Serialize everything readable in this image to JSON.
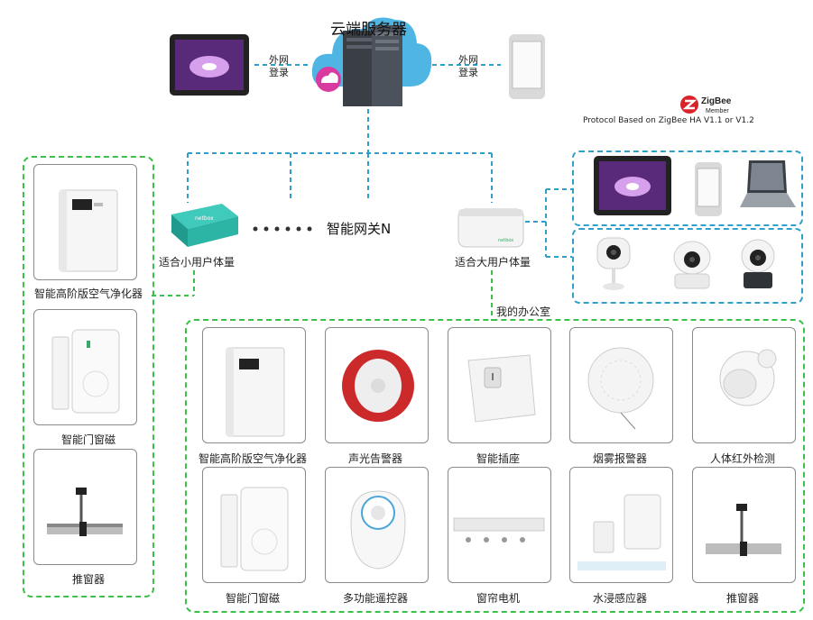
{
  "cloud": {
    "title": "云端服务器"
  },
  "links": {
    "left": [
      "外网",
      "登录"
    ],
    "right": [
      "外网",
      "登录"
    ]
  },
  "zigbee": {
    "logo_word": "ZigBee",
    "logo_sub": "Member",
    "protocol": "Protocol Based on ZigBee HA V1.1 or V1.2"
  },
  "gateways": {
    "small": "适合小用户体量",
    "large": "适合大用户体量",
    "n_label": "智能网关N",
    "brand": "netbox"
  },
  "office_label": "我的办公室",
  "left_column": [
    {
      "label": "智能高阶版空气净化器",
      "icon": "air-purifier"
    },
    {
      "label": "智能门窗磁",
      "icon": "door-sensor"
    },
    {
      "label": "推窗器",
      "icon": "window-pusher"
    }
  ],
  "office_devices": [
    {
      "label": "智能高阶版空气净化器",
      "icon": "air-purifier"
    },
    {
      "label": "声光告警器",
      "icon": "siren"
    },
    {
      "label": "智能插座",
      "icon": "smart-plug"
    },
    {
      "label": "烟雾报警器",
      "icon": "smoke-detector"
    },
    {
      "label": "人体红外检测",
      "icon": "pir-sensor"
    },
    {
      "label": "智能门窗磁",
      "icon": "door-sensor"
    },
    {
      "label": "多功能遥控器",
      "icon": "remote"
    },
    {
      "label": "窗帘电机",
      "icon": "curtain-motor"
    },
    {
      "label": "水浸感应器",
      "icon": "water-sensor"
    },
    {
      "label": "推窗器",
      "icon": "window-pusher"
    }
  ],
  "colors": {
    "green_border": "#3cc04a",
    "blue_border": "#2f9fc9",
    "teal_gateway": "#2cb5a5"
  }
}
